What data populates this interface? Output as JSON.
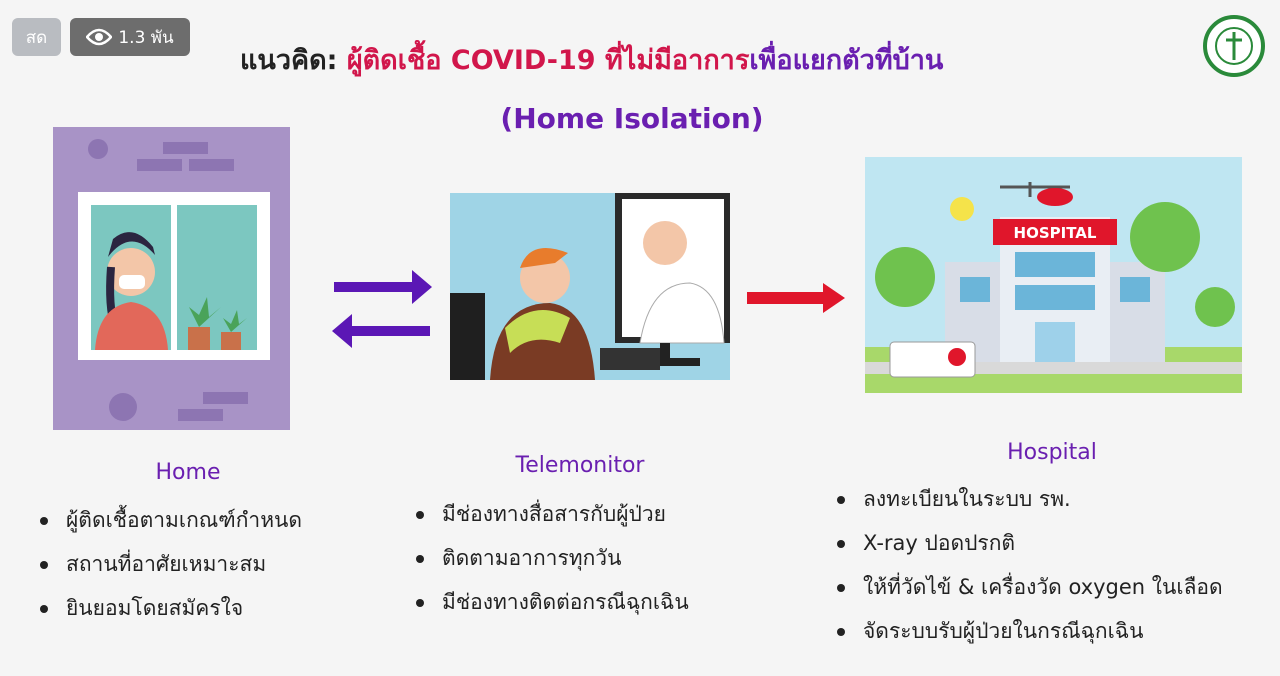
{
  "overlay": {
    "live_label": "สด",
    "view_count": "1.3 พัน"
  },
  "slide": {
    "title_prefix": "แนวคิด: ",
    "title_red": "ผู้ติดเชื้อ COVID-19 ที่ไม่มีอาการ",
    "title_purple": "เพื่อแยกตัวที่บ้าน",
    "subtitle": "(Home Isolation)",
    "home": {
      "label": "Home",
      "items": [
        "ผู้ติดเชื้อตามเกณฑ์กำหนด",
        "สถานที่อาศัยเหมาะสม",
        "ยินยอมโดยสมัครใจ"
      ]
    },
    "telemonitor": {
      "label": "Telemonitor",
      "items": [
        "มีช่องทางสื่อสารกับผู้ป่วย",
        "ติดตามอาการทุกวัน",
        "มีช่องทางติดต่อกรณีฉุกเฉิน"
      ]
    },
    "hospital": {
      "label": "Hospital",
      "sign": "HOSPITAL",
      "items": [
        "ลงทะเบียนในระบบ รพ.",
        "X-ray ปอดปรกติ",
        "ให้ที่วัดไข้ & เครื่องวัด oxygen ในเลือด",
        "จัดระบบรับผู้ป่วยในกรณีฉุกเฉิน"
      ]
    }
  },
  "colors": {
    "red": "#d1164b",
    "purple": "#6a1fb0",
    "arrow_purple": "#5b17b5",
    "arrow_red": "#e0162b"
  }
}
